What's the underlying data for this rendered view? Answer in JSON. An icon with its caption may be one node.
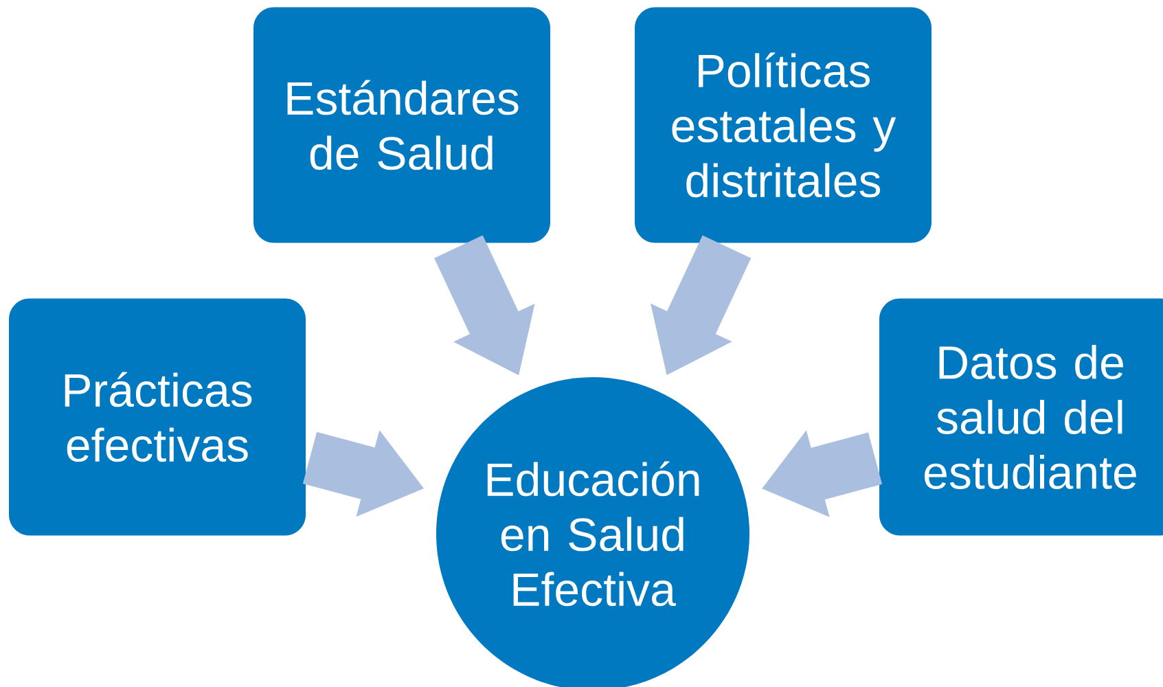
{
  "diagram": {
    "nodes": [
      {
        "text": [
          "Estándares de Salud"
        ]
      },
      {
        "text": [
          "Políticas estatales y distritales"
        ]
      },
      {
        "text": [
          "Prácticas efectivas"
        ]
      },
      {
        "text": [
          "Datos de salud del estudiante"
        ]
      },
      {
        "text": [
          "Educación en Salud Efectiva"
        ]
      }
    ],
    "edges": [
      {
        "from": 0,
        "to": 4,
        "arrow": "to"
      },
      {
        "from": 1,
        "to": 4,
        "arrow": "to"
      },
      {
        "from": 2,
        "to": 4,
        "arrow": "to"
      },
      {
        "from": 3,
        "to": 4,
        "arrow": "to"
      }
    ]
  }
}
